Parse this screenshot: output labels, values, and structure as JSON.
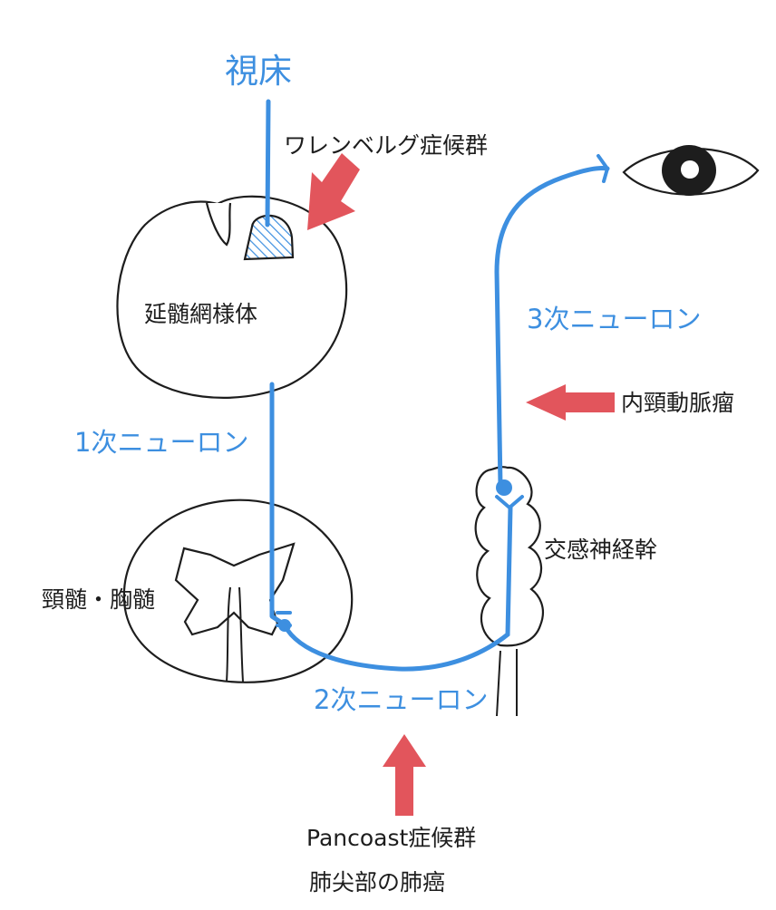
{
  "labels": {
    "thalamus": "視床",
    "wallenberg": "ワレンベルグ症候群",
    "medulla_reticular": "延髄網様体",
    "neuron_3rd": "3次ニューロン",
    "carotid_aneurysm": "内頸動脈瘤",
    "neuron_1st": "1次ニューロン",
    "sympathetic_trunk": "交感神経幹",
    "cord": "頸髄・胸髄",
    "neuron_2nd": "2次ニューロン",
    "pancoast": "Pancoast症候群",
    "apical_lung_cancer": "肺尖部の肺癌"
  },
  "colors": {
    "pathway": "#3d8fe0",
    "lesion_arrow": "#e2555c",
    "outline": "#1d1d1d"
  }
}
